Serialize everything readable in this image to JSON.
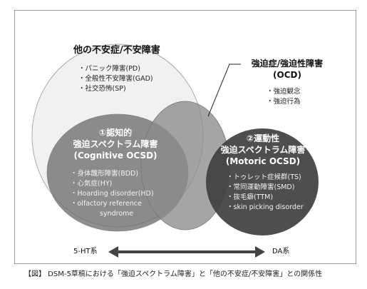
{
  "anxiety": {
    "title": "他の不安症/不安障害",
    "items": [
      "・パニック障害(PD)",
      "・全般性不安障害(GAD)",
      "・社交恐怖(SP)"
    ]
  },
  "ocd": {
    "title1": "強迫症/強迫性障害",
    "title2": "(OCD)",
    "items": [
      "・強迫観念",
      "・強迫行為"
    ]
  },
  "cognitive": {
    "line1": "①認知的",
    "line2": "強迫スペクトラム障害",
    "line3": "(Cognitive OCSD)",
    "items": [
      "・身体醜形障害(BDD)",
      "・心気症(HY)",
      "・Hoarding disorder(HD)",
      "・olfactory reference",
      "syndrome"
    ]
  },
  "motoric": {
    "line1": "②運動性",
    "line2": "強迫スペクトラム障害",
    "line3": "(Motoric OCSD)",
    "items": [
      "・トゥレット症候群(TS)",
      "・常同運動障害(SMD)",
      "・抜毛癖(TTM)",
      "・skin picking disorder"
    ]
  },
  "axis": {
    "left": "5-HT系",
    "right": "DA系"
  },
  "caption": "【図】 DSM-5草稿における「強迫スペクトラム障害」と「他の不安症/不安障害」との関係性",
  "colors": {
    "anxiety_fill": "#efefef",
    "ocd_fill": "#8c8c8c",
    "cognitive_fill": "#6e6e6e",
    "motoric_fill": "#3f3f3f"
  }
}
